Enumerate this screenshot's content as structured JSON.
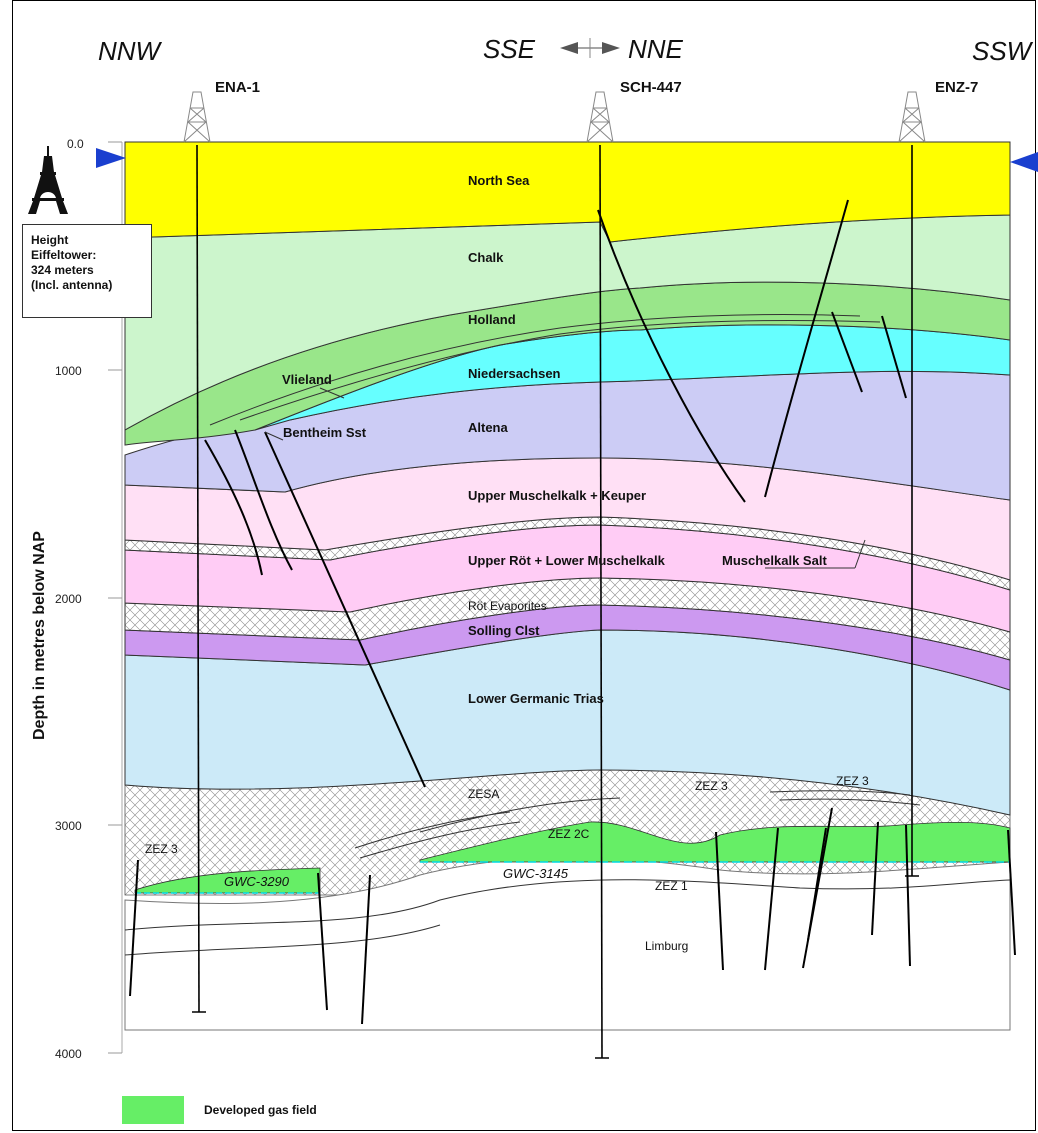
{
  "directions": {
    "left": "NNW",
    "center_left": "SSE",
    "center_right": "NNE",
    "right": "SSW"
  },
  "wells": [
    {
      "name": "ENA-1"
    },
    {
      "name": "SCH-447"
    },
    {
      "name": "ENZ-7"
    }
  ],
  "y_axis": {
    "label": "Depth in metres below NAP",
    "ticks": [
      "0.0",
      "1000",
      "2000",
      "3000",
      "4000"
    ]
  },
  "eiffel_note": {
    "line1": "Height",
    "line2": "Eiffeltower:",
    "line3": "324 meters",
    "line4": "(Incl. antenna)"
  },
  "layers": {
    "north_sea": "North Sea",
    "chalk": "Chalk",
    "holland": "Holland",
    "vlieland": "Vlieland",
    "niedersachsen": "Niedersachsen",
    "bentheim": "Bentheim Sst",
    "altena": "Altena",
    "upper_muschelkalk": "Upper Muschelkalk + Keuper",
    "upper_rot": "Upper Röt + Lower Muschelkalk",
    "muschelkalk_salt": "Muschelkalk Salt",
    "rot_evaporites": "Röt Evaporites",
    "solling": "Solling Clst",
    "lower_germanic": "Lower Germanic Trias",
    "zesa": "ZESA",
    "zez3_a": "ZEZ 3",
    "zez3_b": "ZEZ 3",
    "zez3_c": "ZEZ 3",
    "zez2c": "ZEZ 2C",
    "zez1": "ZEZ 1",
    "limburg": "Limburg",
    "gwc_left": "GWC-3290",
    "gwc_right": "GWC-3145"
  },
  "legend": {
    "label": "Developed gas field",
    "color": "#66ee66"
  },
  "colors": {
    "north_sea": "#ffff00",
    "chalk": "#ccf5cc",
    "holland": "#99e68a",
    "niedersachsen": "#66ffff",
    "altena": "#ccccf5",
    "upper_muschelkalk": "#ffe0f5",
    "upper_rot": "#ffccf5",
    "solling": "#cc99f0",
    "lower_germanic": "#cceaf8",
    "gas": "#66ee66",
    "marker": "#1a3fcf"
  }
}
